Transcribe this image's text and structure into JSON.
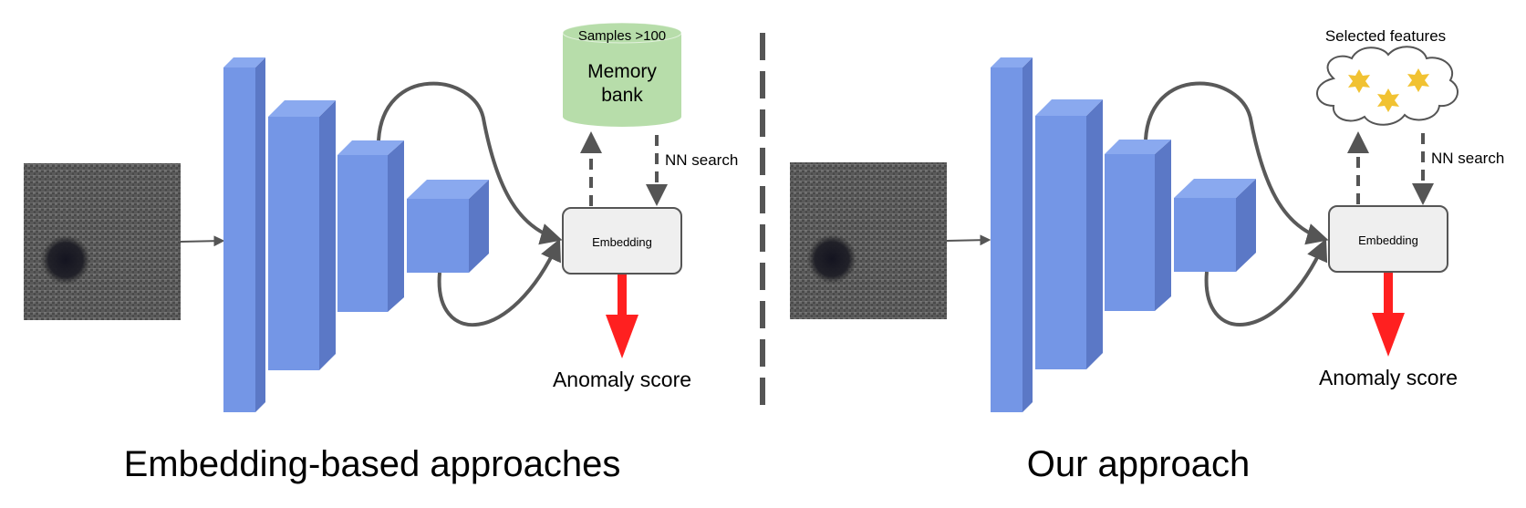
{
  "left_panel": {
    "caption": "Embedding-based approaches",
    "memory_bank": {
      "header": "Samples >100",
      "line1": "Memory",
      "line2": "bank"
    },
    "nn_search_label": "NN search",
    "embedding_label": "Embedding",
    "output_label": "Anomaly score"
  },
  "right_panel": {
    "caption": "Our approach",
    "selected_features_label": "Selected features",
    "nn_search_label": "NN search",
    "embedding_label": "Embedding",
    "output_label": "Anomaly score"
  },
  "colors": {
    "block_front": "#7496e6",
    "block_top": "#8aa9ef",
    "block_side": "#5b78c6",
    "memory_bank": "#b7ddaa",
    "embedding_box": "#efefef",
    "anomaly_arrow": "#ff2020",
    "connector": "#595959",
    "star": "#f1c232"
  }
}
